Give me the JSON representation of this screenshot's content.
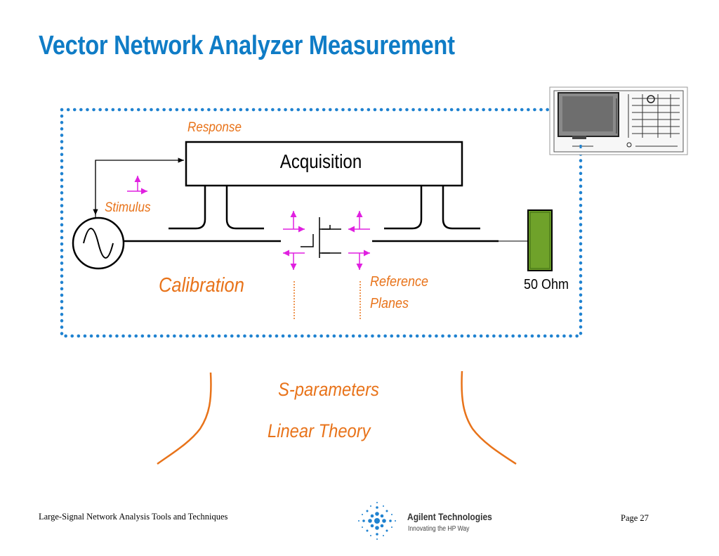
{
  "title": "Vector Network Analyzer Measurement",
  "diagram": {
    "response_label": "Response",
    "acquisition_label": "Acquisition",
    "stimulus_label": "Stimulus",
    "calibration_label": "Calibration",
    "reference_line1": "Reference",
    "reference_line2": "Planes",
    "load_label": "50 Ohm",
    "sparams_label": "S-parameters",
    "linear_label": "Linear Theory"
  },
  "colors": {
    "title_blue": "#0F7CC6",
    "orange": "#E8731A",
    "magenta": "#E020E0",
    "dot_blue": "#1F82D0",
    "load_green": "#6FA22A"
  },
  "footer": {
    "left_text": "Large-Signal Network Analysis Tools and Techniques",
    "brand_name": "Agilent Technologies",
    "brand_tagline": "Innovating the HP Way",
    "page_text": "Page 27"
  }
}
